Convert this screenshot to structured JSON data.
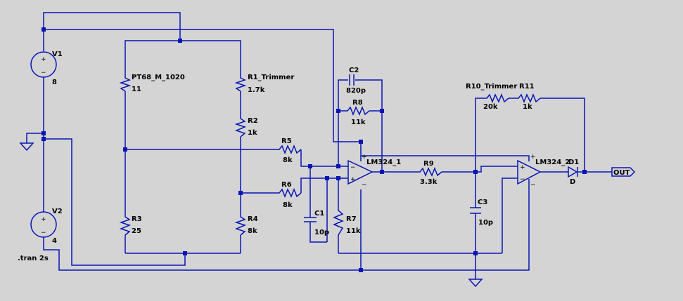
{
  "components": {
    "v1": {
      "name": "V1",
      "value": "8"
    },
    "v2": {
      "name": "V2",
      "value": "4"
    },
    "pt68": {
      "name": "PT68_M_1020",
      "value": "11"
    },
    "r1": {
      "name": "R1_Trimmer",
      "value": "1.7k"
    },
    "r2": {
      "name": "R2",
      "value": "1k"
    },
    "r3": {
      "name": "R3",
      "value": "25"
    },
    "r4": {
      "name": "R4",
      "value": "8k"
    },
    "r5": {
      "name": "R5",
      "value": "8k"
    },
    "r6": {
      "name": "R6",
      "value": "8k"
    },
    "c1": {
      "name": "C1",
      "value": "10p"
    },
    "c2": {
      "name": "C2",
      "value": "820p"
    },
    "r8": {
      "name": "R8",
      "value": "11k"
    },
    "r7": {
      "name": "R7",
      "value": "11k"
    },
    "u1": {
      "name": "LM324_1"
    },
    "r9": {
      "name": "R9",
      "value": "3.3k"
    },
    "c3": {
      "name": "C3",
      "value": "10p"
    },
    "r10": {
      "name": "R10_Trimmer",
      "value": "20k"
    },
    "r11": {
      "name": "R11",
      "value": "1k"
    },
    "u2": {
      "name": "LM324_2"
    },
    "d1": {
      "name": "D1",
      "value": "D"
    }
  },
  "net_label": "OUT",
  "directive": ".tran 2s",
  "polarity": {
    "plus": "+",
    "minus": "−"
  }
}
